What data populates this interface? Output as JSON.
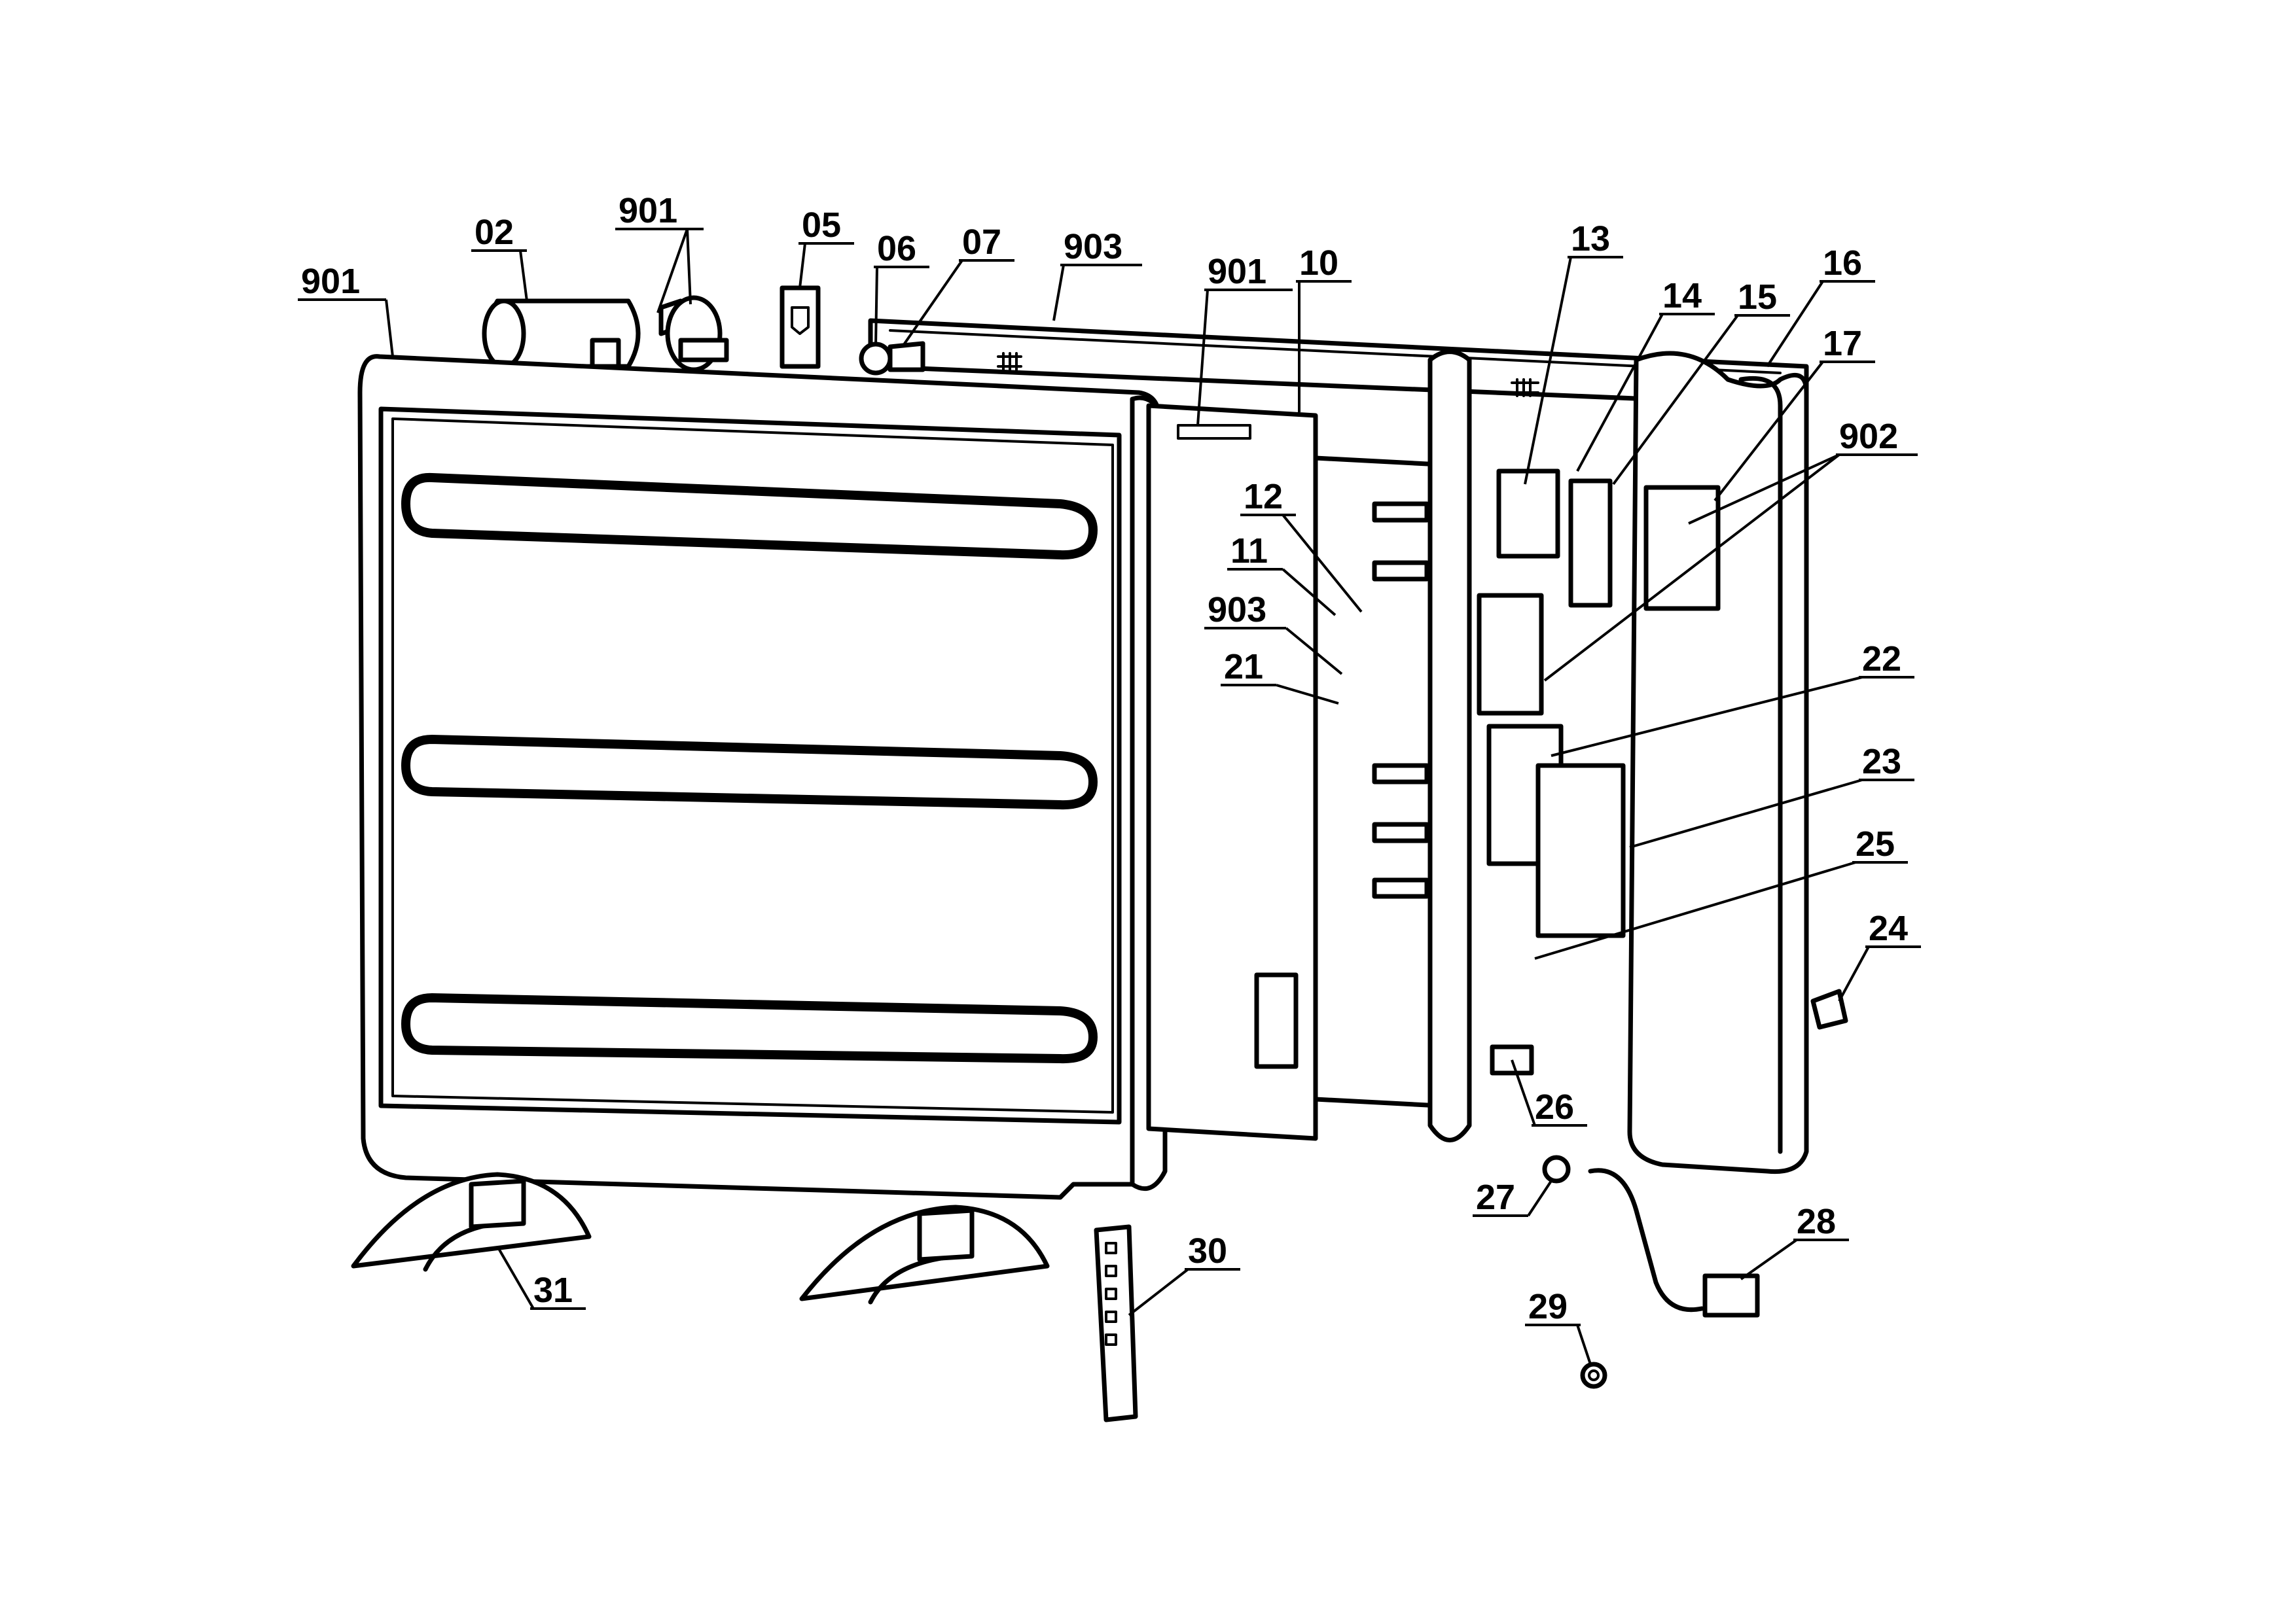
{
  "callouts": [
    {
      "id": "c-901-a",
      "label": "901"
    },
    {
      "id": "c-02",
      "label": "02"
    },
    {
      "id": "c-901-b",
      "label": "901"
    },
    {
      "id": "c-05",
      "label": "05"
    },
    {
      "id": "c-06",
      "label": "06"
    },
    {
      "id": "c-07",
      "label": "07"
    },
    {
      "id": "c-903-a",
      "label": "903"
    },
    {
      "id": "c-901-c",
      "label": "901"
    },
    {
      "id": "c-10",
      "label": "10"
    },
    {
      "id": "c-13",
      "label": "13"
    },
    {
      "id": "c-14",
      "label": "14"
    },
    {
      "id": "c-15",
      "label": "15"
    },
    {
      "id": "c-16",
      "label": "16"
    },
    {
      "id": "c-17",
      "label": "17"
    },
    {
      "id": "c-902",
      "label": "902"
    },
    {
      "id": "c-12",
      "label": "12"
    },
    {
      "id": "c-11",
      "label": "11"
    },
    {
      "id": "c-903-b",
      "label": "903"
    },
    {
      "id": "c-21",
      "label": "21"
    },
    {
      "id": "c-22",
      "label": "22"
    },
    {
      "id": "c-23",
      "label": "23"
    },
    {
      "id": "c-25",
      "label": "25"
    },
    {
      "id": "c-24",
      "label": "24"
    },
    {
      "id": "c-26",
      "label": "26"
    },
    {
      "id": "c-27",
      "label": "27"
    },
    {
      "id": "c-28",
      "label": "28"
    },
    {
      "id": "c-29",
      "label": "29"
    },
    {
      "id": "c-30",
      "label": "30"
    },
    {
      "id": "c-31",
      "label": "31"
    }
  ]
}
